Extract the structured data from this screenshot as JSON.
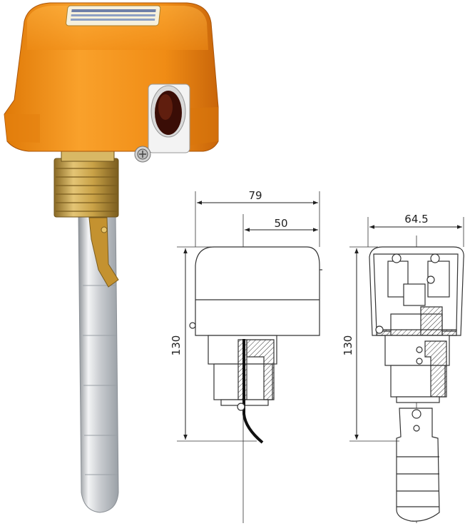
{
  "dimensions": {
    "side_width": "79",
    "side_offset": "50",
    "side_height": "130",
    "front_width": "64.5",
    "front_height": "130"
  },
  "colors": {
    "housing": "#f28c12",
    "housing_dark": "#c8660a",
    "brass": "#c9a247",
    "paddle": "#c8cbcf",
    "line": "#333333"
  }
}
